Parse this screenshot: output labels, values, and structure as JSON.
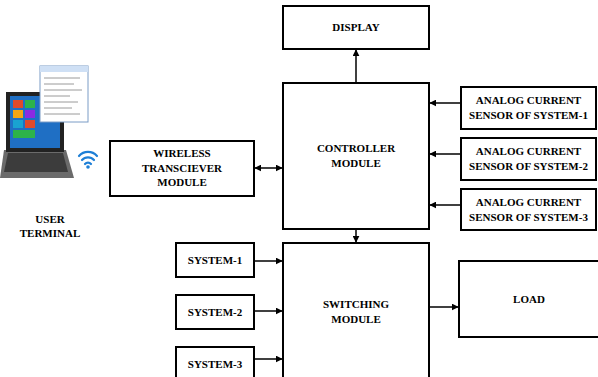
{
  "diagram": {
    "nodes": [
      {
        "text": [
          "DISPLAY"
        ]
      },
      {
        "text": [
          "CONTROLLER MODULE"
        ]
      },
      {
        "text": [
          "ANALOG CURRENT SENSOR OF SYSTEM-1"
        ]
      },
      {
        "text": [
          "ANALOG CURRENT SENSOR OF SYSTEM-2"
        ]
      },
      {
        "text": [
          "ANALOG CURRENT SENSOR OF SYSTEM-3"
        ]
      },
      {
        "text": [
          "WIRELESS TRANSCIEVER MODULE"
        ]
      },
      {
        "text": [
          "SYSTEM-1"
        ]
      },
      {
        "text": [
          "SYSTEM-2"
        ]
      },
      {
        "text": [
          "SYSTEM-3"
        ]
      },
      {
        "text": [
          "SWITCHING MODULE"
        ]
      },
      {
        "text": [
          "LOAD"
        ]
      }
    ],
    "edges": [
      {
        "from": 1,
        "to": 0,
        "arrow": "to"
      },
      {
        "from": 2,
        "to": 1,
        "arrow": "to"
      },
      {
        "from": 3,
        "to": 1,
        "arrow": "to"
      },
      {
        "from": 4,
        "to": 1,
        "arrow": "to"
      },
      {
        "from": 5,
        "to": 1,
        "arrow": "both"
      },
      {
        "from": 1,
        "to": 9,
        "arrow": "to"
      },
      {
        "from": 6,
        "to": 9,
        "arrow": "to"
      },
      {
        "from": 7,
        "to": 9,
        "arrow": "to"
      },
      {
        "from": 8,
        "to": 9,
        "arrow": "to"
      },
      {
        "from": 9,
        "to": 10,
        "arrow": "to"
      }
    ],
    "labels": [
      "USER TERMINAL"
    ]
  }
}
